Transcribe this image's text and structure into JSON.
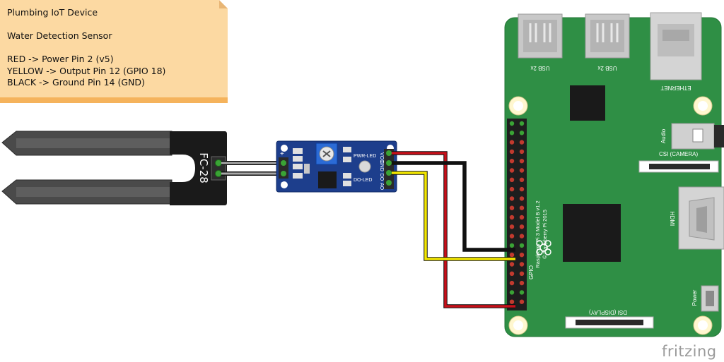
{
  "note": {
    "title": "Plumbing IoT Device",
    "subtitle": "Water Detection Sensor",
    "lines": [
      "RED -> Power Pin 2 (v5)",
      "YELLOW -> Output Pin 12 (GPIO 18)",
      "BLACK -> Ground Pin 14 (GND)"
    ]
  },
  "probe": {
    "label": "FC-28",
    "plus": "+",
    "minus": "-"
  },
  "module": {
    "pwr_led": "PWR-LED",
    "do_led": "DO-LED",
    "pins": [
      "VCC",
      "GND",
      "DO",
      "AO"
    ]
  },
  "pi": {
    "usb_left": "USB 2x",
    "usb_right": "USB 2x",
    "ethernet": "ETHERNET",
    "audio": "Audio",
    "csi": "CSI (CAMERA)",
    "hdmi": "HDMI",
    "power": "Power",
    "dsi": "DSI (DISPLAY)",
    "gpio": "GPIO",
    "model_line1": "Raspberry Pi 3 Model B v1.2",
    "model_line2": "© Raspberry Pi 2015"
  },
  "wires": {
    "red": "#c8101a",
    "black": "#111111",
    "yellow": "#f2e600",
    "gray": "#a8a8a8"
  },
  "colors": {
    "board": "#2f8f45",
    "note": "#fcd9a2",
    "module": "#1d3e8c"
  },
  "watermark": "fritzing"
}
